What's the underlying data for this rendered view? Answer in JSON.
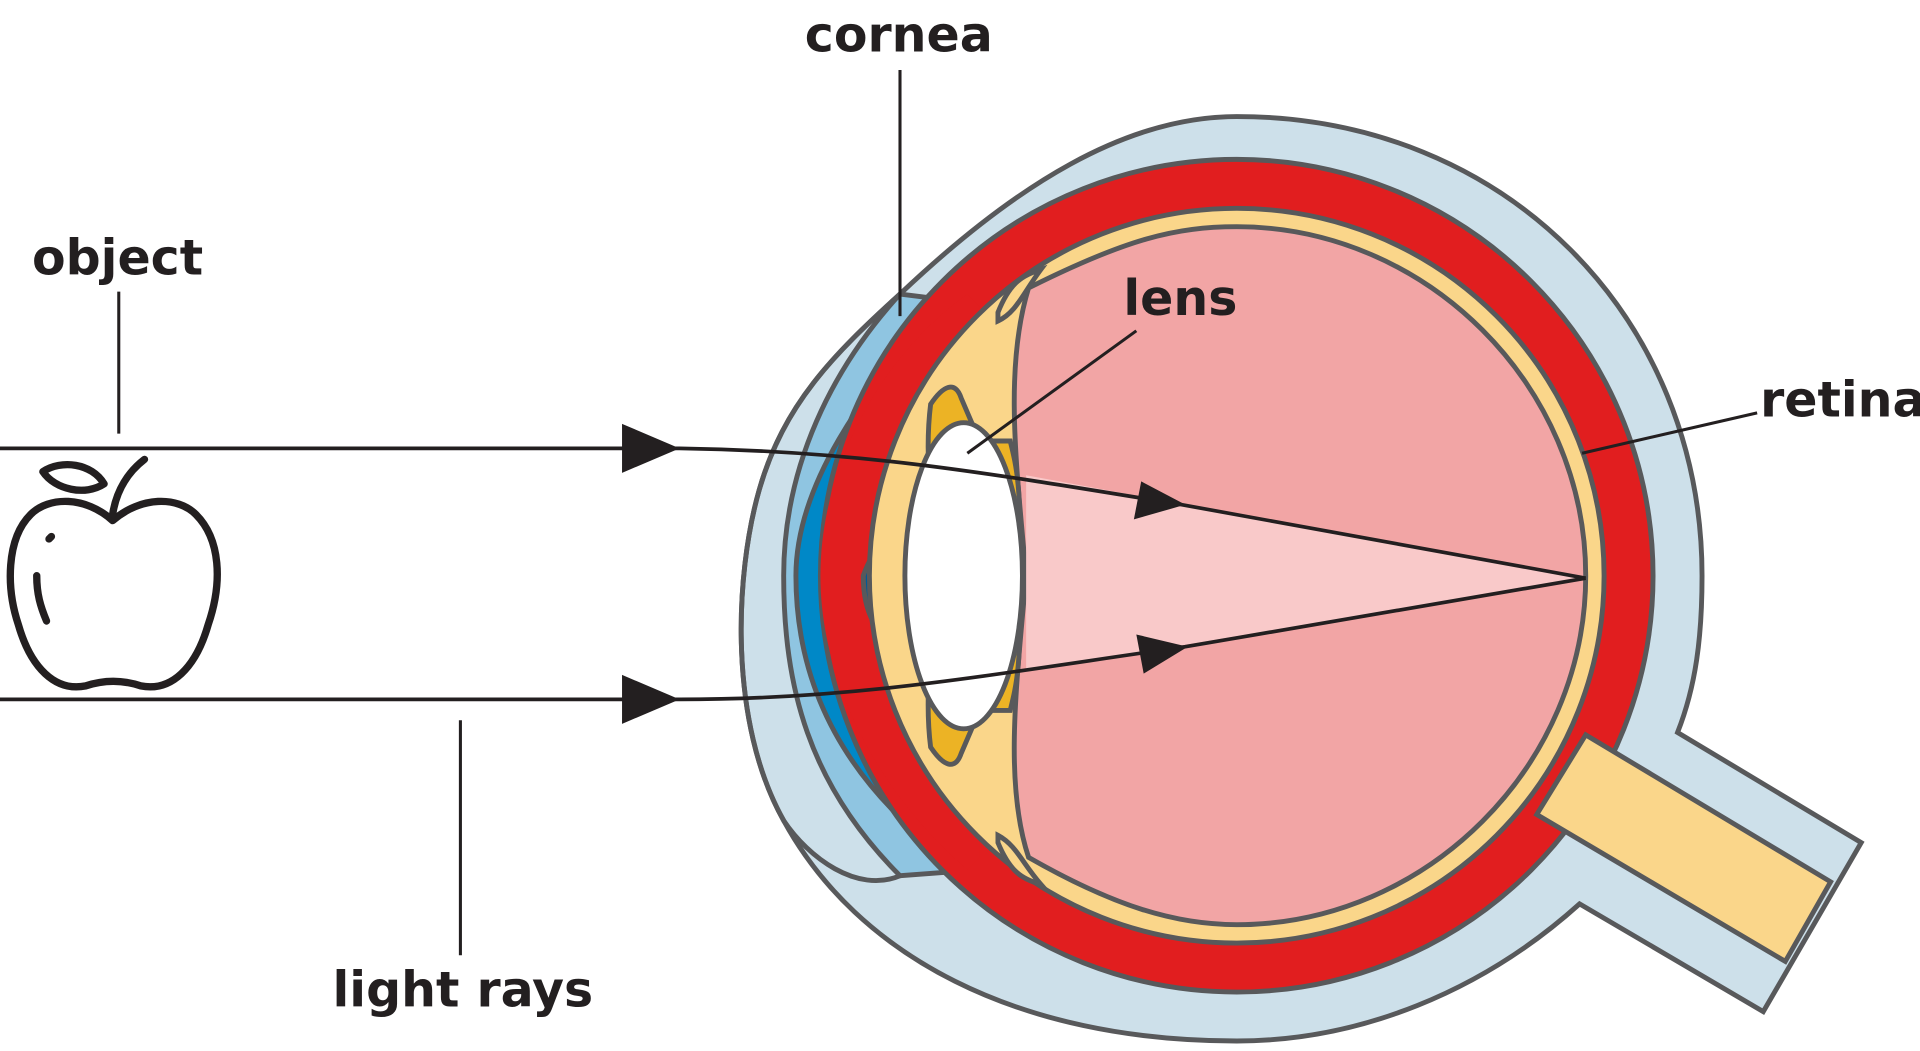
{
  "labels": {
    "cornea": "cornea",
    "object": "object",
    "lens": "lens",
    "retina": "retina",
    "light_rays": "light rays"
  },
  "colors": {
    "sclera": "#cde0ea",
    "cornea": "#8fc5e1",
    "iris_light": "#0088c7",
    "iris_dark": "#005a96",
    "choroid": "#e11e1f",
    "retina": "#fad68a",
    "ciliary": "#ecb325",
    "vitreous": "#f2a5a5",
    "light_cone": "#f9c9c9",
    "outline": "#58595b",
    "ray": "#231f20"
  }
}
